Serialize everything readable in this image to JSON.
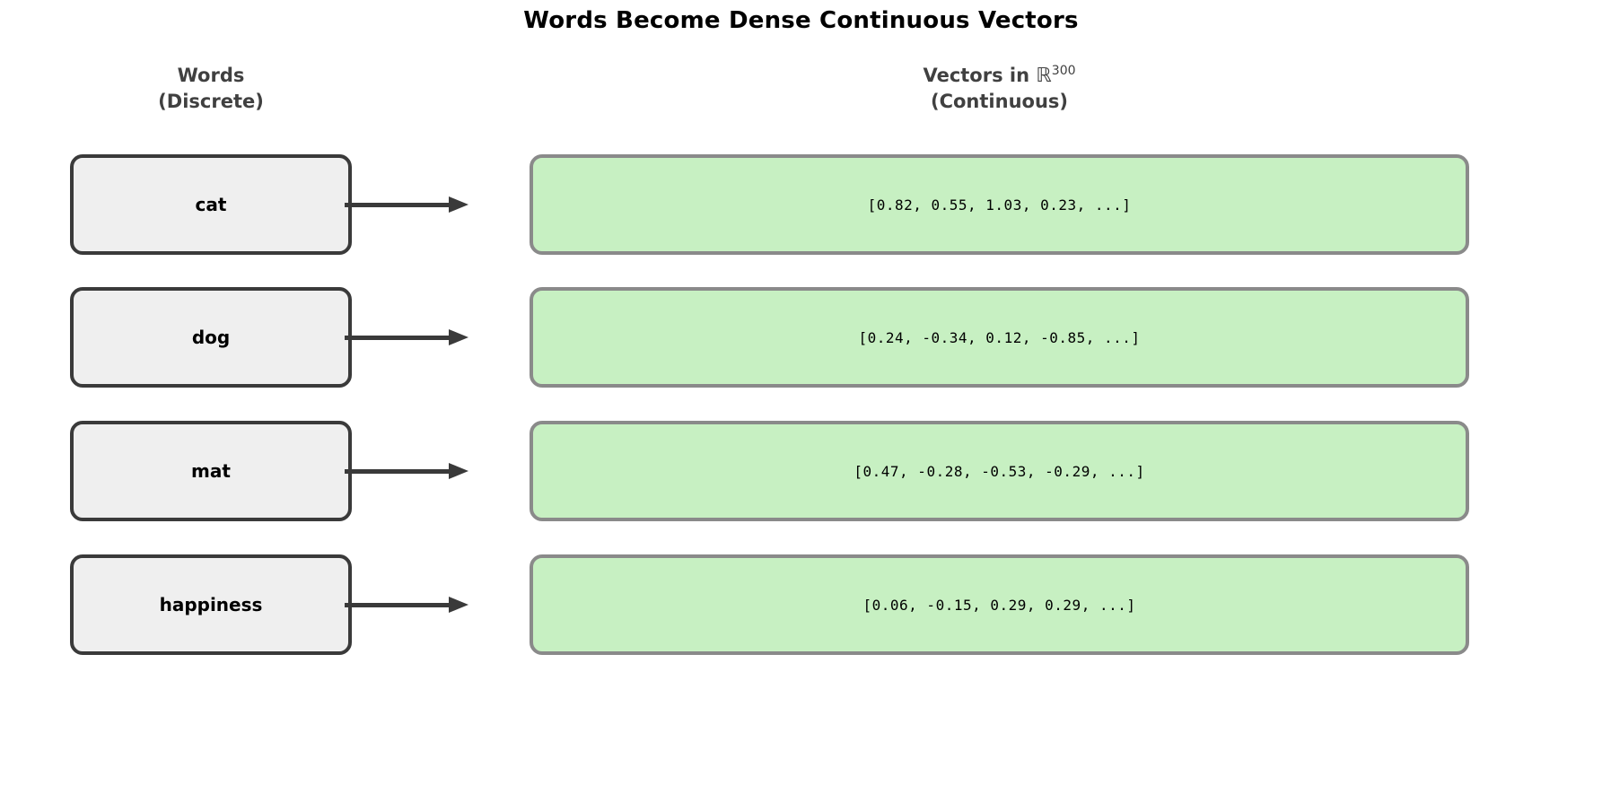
{
  "title": "Words Become Dense Continuous Vectors",
  "columns": {
    "left": {
      "line1": "Words",
      "line2": "(Discrete)"
    },
    "right": {
      "prefix": "Vectors in ",
      "symbol": "ℝ",
      "superscript": "300",
      "line2": "(Continuous)"
    }
  },
  "rows": [
    {
      "word": "cat",
      "vector": "[0.82, 0.55, 1.03, 0.23, ...]"
    },
    {
      "word": "dog",
      "vector": "[0.24, -0.34, 0.12, -0.85, ...]"
    },
    {
      "word": "mat",
      "vector": "[0.47, -0.28, -0.53, -0.29, ...]"
    },
    {
      "word": "happiness",
      "vector": "[0.06, -0.15, 0.29, 0.29, ...]"
    }
  ],
  "colors": {
    "background": "#ffffff",
    "title_text": "#000000",
    "header_text": "#404040",
    "word_box_fill": "#efefef",
    "word_box_border": "#3a3a3a",
    "vector_box_fill": "#c7f0c2",
    "vector_box_border": "#8a8a8a",
    "arrow": "#3a3a3a"
  }
}
